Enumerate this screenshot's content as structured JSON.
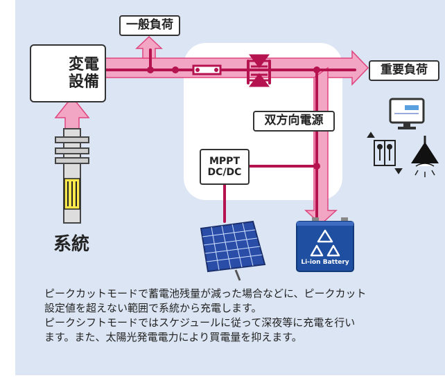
{
  "labels": {
    "general_load": "一般負荷",
    "substation_line1": "変電",
    "substation_line2": "設備",
    "important_load": "重要負荷",
    "bidirectional_power": "双方向電源",
    "mppt_line1": "MPPT",
    "mppt_line2": "DC/DC",
    "grid": "系統",
    "battery_label": "Li-ion Battery"
  },
  "caption": {
    "line1": "ピークカットモードで蓄電池残量が減った場合などに、ピークカット",
    "line2": "設定値を超えない範囲で系統から充電します。",
    "line3": "ピークシフトモードではスケジュールに従って深夜等に充電を行い",
    "line4": "ます。また、太陽光発電電力により買電量を抑えます。"
  },
  "colors": {
    "background": "#dbe5f3",
    "arrow_fill": "#f2a6c4",
    "arrow_stroke": "#e0447e",
    "power_line": "#b5134f",
    "battery": "#1f4fa0",
    "solar": "#2a4ea8"
  },
  "icons": [
    "substation-icon",
    "utility-pole-icon",
    "monitor-icon",
    "elevator-icon",
    "lamp-icon",
    "solar-panel-icon",
    "battery-icon",
    "recycle-icon",
    "switch-icon",
    "thyristor-icon"
  ]
}
